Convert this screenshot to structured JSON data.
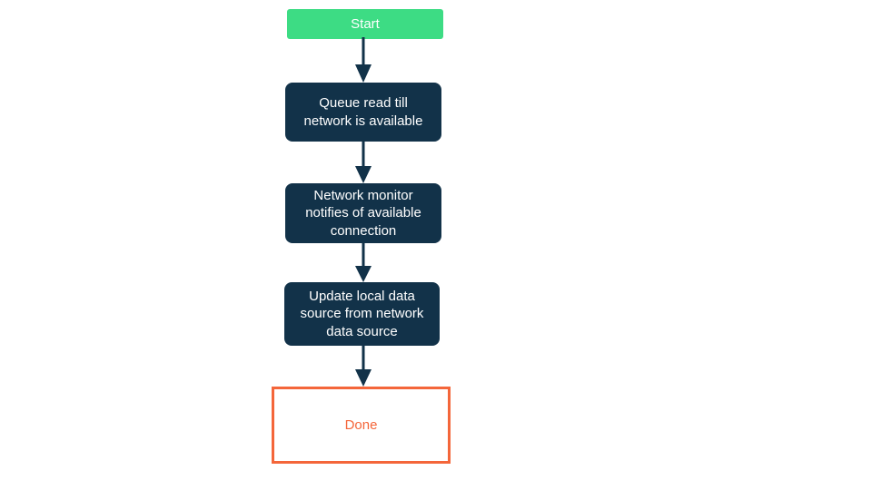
{
  "diagram": {
    "type": "flowchart",
    "orientation": "top-to-bottom",
    "background_color": "#ffffff",
    "colors": {
      "start_fill": "#3ddc84",
      "start_text": "#ffffff",
      "process_fill": "#123249",
      "process_text": "#ffffff",
      "terminal_border": "#f4663a",
      "terminal_text": "#f4663a",
      "terminal_fill": "#ffffff",
      "connector": "#123249"
    },
    "nodes": [
      {
        "id": "start",
        "label": "Start",
        "shape": "rounded-rect",
        "style": "start"
      },
      {
        "id": "queue",
        "label": "Queue read till\nnetwork is available",
        "shape": "rounded-rect",
        "style": "process"
      },
      {
        "id": "monitor",
        "label": "Network monitor\nnotifies of available\nconnection",
        "shape": "rounded-rect",
        "style": "process"
      },
      {
        "id": "update",
        "label": "Update local data\nsource from network\ndata source",
        "shape": "rounded-rect",
        "style": "process"
      },
      {
        "id": "done",
        "label": "Done",
        "shape": "rect",
        "style": "terminal"
      }
    ],
    "edges": [
      {
        "from": "start",
        "to": "queue",
        "label": "",
        "arrow": "down-arrow-icon"
      },
      {
        "from": "queue",
        "to": "monitor",
        "label": "",
        "arrow": "down-arrow-icon"
      },
      {
        "from": "monitor",
        "to": "update",
        "label": "",
        "arrow": "down-arrow-icon"
      },
      {
        "from": "update",
        "to": "done",
        "label": "",
        "arrow": "down-arrow-icon"
      }
    ]
  }
}
